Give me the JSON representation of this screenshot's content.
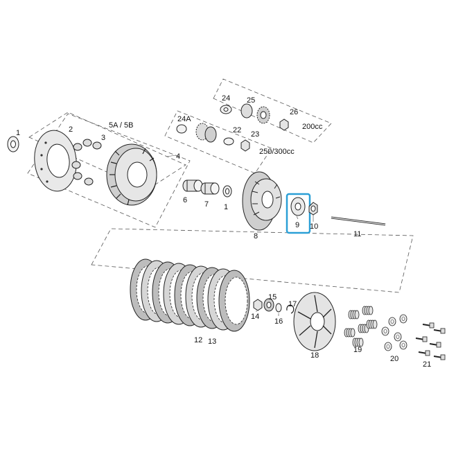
{
  "callouts": {
    "c1a": "1",
    "c2": "2",
    "c3": "3",
    "c4": "4",
    "c5": "5A / 5B",
    "c6": "6",
    "c7": "7",
    "c1b": "1",
    "c8": "8",
    "c9": "9",
    "c10": "10",
    "c11": "11",
    "c12": "12",
    "c13": "13",
    "c14": "14",
    "c15": "15",
    "c16": "16",
    "c17": "17",
    "c18": "18",
    "c19": "19",
    "c20": "20",
    "c21": "21",
    "c22": "22",
    "c23": "23",
    "c24": "24",
    "c24a": "24A",
    "c25": "25",
    "c26": "26"
  },
  "variants": {
    "v200": "200cc",
    "v250": "250/300cc"
  },
  "highlight": {
    "part": "9",
    "color": "#2a9fd6"
  }
}
